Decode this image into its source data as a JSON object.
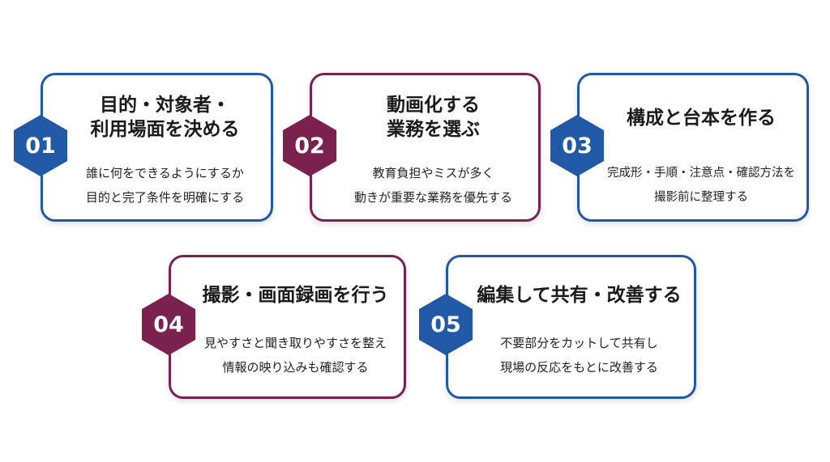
{
  "colors": {
    "blue": "#2259a6",
    "maroon": "#7b2150"
  },
  "steps": [
    {
      "number": "01",
      "title": "目的・対象者・\n利用場面を決める",
      "desc": "誰に何をできるようにするか\n目的と完了条件を明確にする",
      "color": "blue"
    },
    {
      "number": "02",
      "title": "動画化する\n業務を選ぶ",
      "desc": "教育負担やミスが多く\n動きが重要な業務を優先する",
      "color": "maroon"
    },
    {
      "number": "03",
      "title": "構成と台本を作る",
      "desc": "完成形・手順・注意点・確認方法を\n撮影前に整理する",
      "color": "blue"
    },
    {
      "number": "04",
      "title": "撮影・画面録画を行う",
      "desc": "見やすさと聞き取りやすさを整え\n情報の映り込みも確認する",
      "color": "maroon"
    },
    {
      "number": "05",
      "title": "編集して共有・改善する",
      "desc": "不要部分をカットして共有し\n現場の反応をもとに改善する",
      "color": "blue"
    }
  ]
}
